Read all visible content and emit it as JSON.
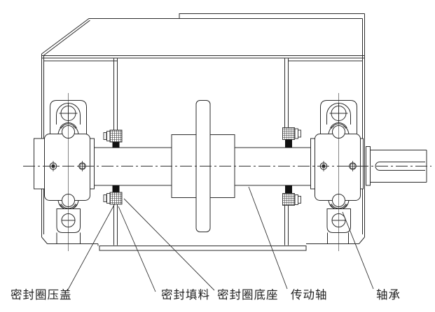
{
  "drawing": {
    "kind": "mechanical-assembly-section",
    "language": "zh-CN"
  },
  "colors": {
    "background": "#ffffff",
    "line": "#2b2b2b",
    "thin_line": "#444444",
    "packing_fill": "#111111"
  },
  "labels": [
    {
      "id": "seal-gland-cover",
      "text": "密封圈压盖"
    },
    {
      "id": "seal-packing",
      "text": "密封填料"
    },
    {
      "id": "seal-base",
      "text": "密封圈底座"
    },
    {
      "id": "drive-shaft",
      "text": "传动轴"
    },
    {
      "id": "bearing",
      "text": "轴承"
    }
  ]
}
